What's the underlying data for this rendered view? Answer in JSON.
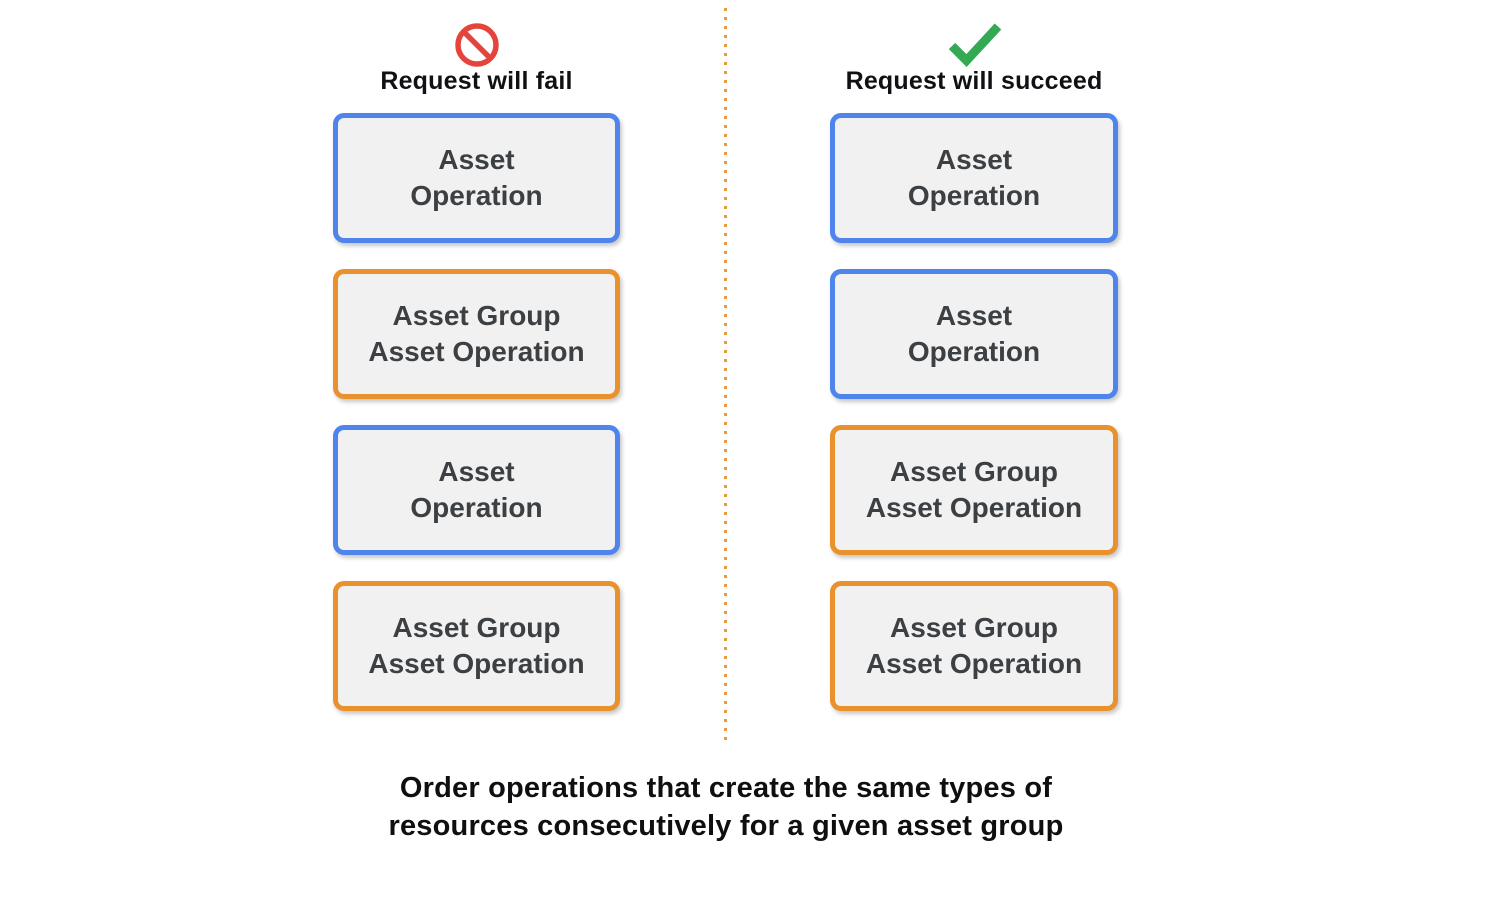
{
  "columns": [
    {
      "id": "fail",
      "icon": "prohibition-icon",
      "header": "Request will fail",
      "boxes": [
        {
          "kind": "asset-operation",
          "line1": "Asset",
          "line2": "Operation"
        },
        {
          "kind": "asset-group-operation",
          "line1": "Asset Group",
          "line2": "Asset Operation"
        },
        {
          "kind": "asset-operation",
          "line1": "Asset",
          "line2": "Operation"
        },
        {
          "kind": "asset-group-operation",
          "line1": "Asset Group",
          "line2": "Asset Operation"
        }
      ]
    },
    {
      "id": "succeed",
      "icon": "checkmark-icon",
      "header": "Request will succeed",
      "boxes": [
        {
          "kind": "asset-operation",
          "line1": "Asset",
          "line2": "Operation"
        },
        {
          "kind": "asset-operation",
          "line1": "Asset",
          "line2": "Operation"
        },
        {
          "kind": "asset-group-operation",
          "line1": "Asset Group",
          "line2": "Asset Operation"
        },
        {
          "kind": "asset-group-operation",
          "line1": "Asset Group",
          "line2": "Asset Operation"
        }
      ]
    }
  ],
  "caption": {
    "line1": "Order operations that create the same types of",
    "line2": "resources consecutively for a given asset group"
  },
  "colors": {
    "asset_operation_border": "#4E84EC",
    "asset_group_operation_border": "#E8912D",
    "box_background": "#F1F1F2",
    "box_text": "#3C4043",
    "prohibition_icon_red": "#E5443C",
    "checkmark_icon_green": "#34A853",
    "dotted_divider_orange": "#E89A3C",
    "heading_text": "#101114",
    "caption_text": "#0E0F11"
  }
}
